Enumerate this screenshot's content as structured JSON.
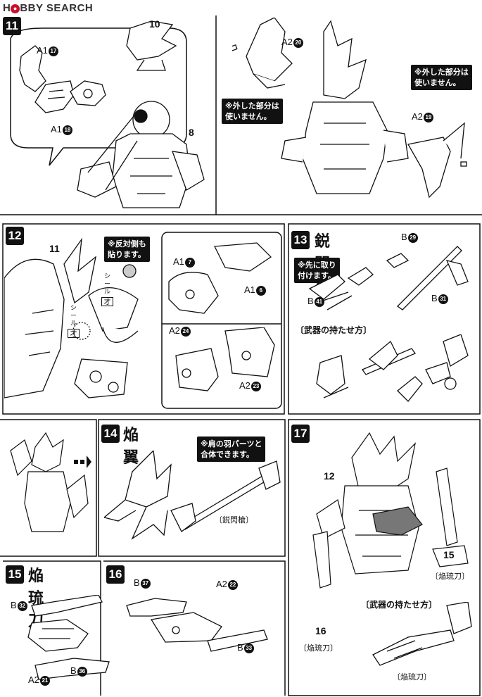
{
  "site": {
    "logo_h": "H",
    "logo_rest": "BBY",
    "logo_sep": "",
    "logo_search": "SEARCH"
  },
  "steps": {
    "s11": {
      "num": "11",
      "labels": {
        "a17": "A1",
        "a17c": "17",
        "a18": "A1",
        "a18c": "18",
        "p10": "10",
        "p8": "8",
        "a20": "A2",
        "a20c": "20",
        "a19": "A2",
        "a19c": "19"
      },
      "note_left": [
        "※外した部分は",
        "使いません。"
      ],
      "note_right": [
        "※外した部分は",
        "使いません。"
      ]
    },
    "s12": {
      "num": "12",
      "labels": {
        "p11": "11",
        "a7": "A1",
        "a7c": "7",
        "a6": "A1",
        "a6c": "6",
        "a24": "A2",
        "a24c": "24",
        "a23": "A2",
        "a23c": "23"
      },
      "note": [
        "※反対側も",
        "貼ります。"
      ],
      "sticker1": {
        "label": "シール",
        "code": "オ"
      },
      "sticker2": {
        "label": "シール",
        "code": "オ"
      }
    },
    "s13": {
      "num": "13",
      "title": "鋭閃槍",
      "labels": {
        "b29": "B",
        "b29c": "29",
        "b41": "B",
        "b41c": "41",
        "b31": "B",
        "b31c": "31"
      },
      "note": [
        "※先に取り",
        "付けます。"
      ],
      "hold": "〔武器の持たせ方〕"
    },
    "s14": {
      "num": "14",
      "title": "焔翼",
      "note": [
        "※肩の羽パーツと",
        "合体できます。"
      ],
      "caption": "〔鋭閃槍〕"
    },
    "s15": {
      "num": "15",
      "title": "焔琉刀",
      "labels": {
        "b32": "B",
        "b32c": "32",
        "a21": "A2",
        "a21c": "21",
        "b36": "B",
        "b36c": "36"
      }
    },
    "s16": {
      "num": "16",
      "labels": {
        "b37": "B",
        "b37c": "37",
        "a22": "A2",
        "a22c": "22",
        "b33": "B",
        "b33c": "33"
      }
    },
    "s17": {
      "num": "17",
      "labels": {
        "p12": "12",
        "p15": "15",
        "p16": "16"
      },
      "cap15": "〔焔琉刀〕",
      "cap16": "〔焔琉刀〕",
      "cap_bottom": "〔焔琉刀〕",
      "hold": "〔武器の持たせ方〕"
    }
  }
}
